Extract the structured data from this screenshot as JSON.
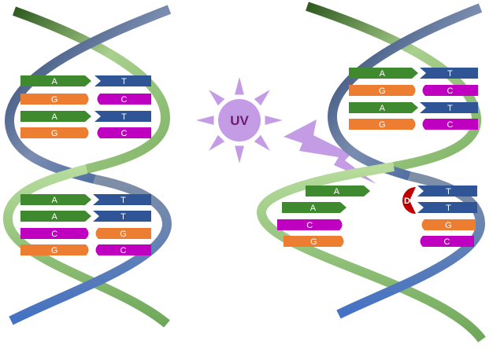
{
  "colors": {
    "A": "#3f8a2f",
    "T": "#2f5597",
    "G": "#ed7d31",
    "C": "#c000c0",
    "strand_green_dark": "#3e6f2a",
    "strand_green_light": "#a9d08e",
    "strand_blue_dark": "#2f4f80",
    "strand_blue_light": "#4a76c9",
    "uv": "#c49ce6",
    "uv_text": "#6b1e6b",
    "dimer": "#c00000"
  },
  "uv_label": "UV",
  "left_helix": {
    "upper_pairs": [
      {
        "left": "A",
        "right": "T"
      },
      {
        "left": "G",
        "right": "C"
      },
      {
        "left": "A",
        "right": "T"
      },
      {
        "left": "G",
        "right": "C"
      }
    ],
    "lower_pairs": [
      {
        "left": "A",
        "right": "T"
      },
      {
        "left": "A",
        "right": "T"
      },
      {
        "left": "C",
        "right": "G"
      },
      {
        "left": "G",
        "right": "C"
      }
    ]
  },
  "right_helix": {
    "upper_pairs": [
      {
        "left": "A",
        "right": "T"
      },
      {
        "left": "G",
        "right": "C"
      },
      {
        "left": "A",
        "right": "T"
      },
      {
        "left": "G",
        "right": "C"
      }
    ],
    "lower_left": [
      "A",
      "A",
      "C",
      "G"
    ],
    "lower_right": [
      "T",
      "T",
      "G",
      "C"
    ],
    "dimer_label": "D"
  }
}
